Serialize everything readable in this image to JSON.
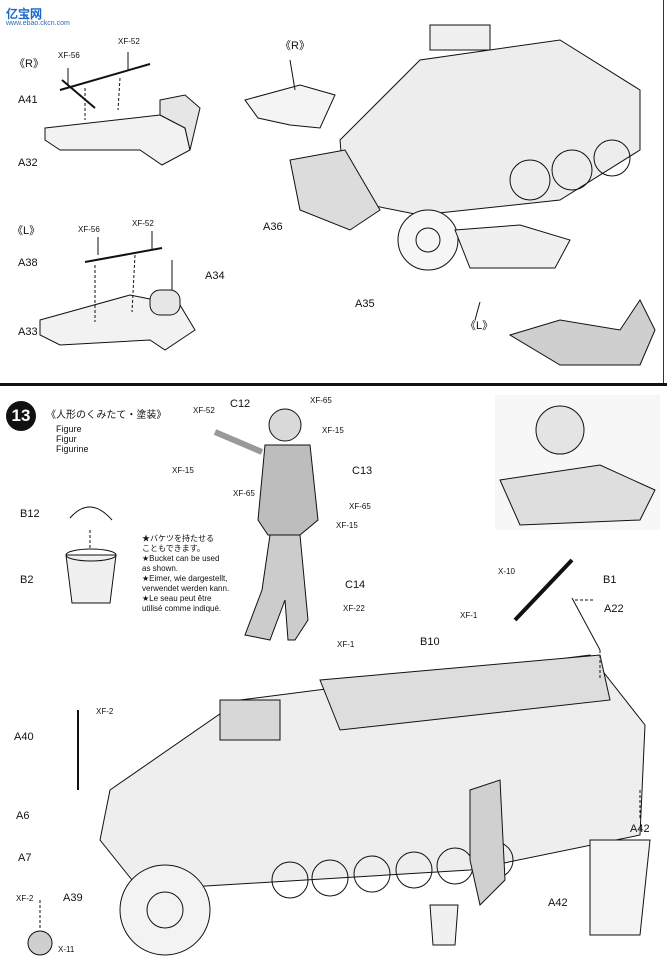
{
  "watermark": {
    "brand": "亿宝网",
    "url": "www.ebao.ckcn.com"
  },
  "upper": {
    "left_group_r": {
      "tag": "《R》",
      "labels": {
        "xf56": "XF-56",
        "xf52": "XF-52",
        "a41": "A41",
        "a32": "A32"
      }
    },
    "left_group_l": {
      "tag": "《L》",
      "labels": {
        "xf56": "XF-56",
        "xf52": "XF-52",
        "a38": "A38",
        "a34": "A34",
        "a33": "A33"
      }
    },
    "right_group": {
      "tag_r": "《R》",
      "tag_l": "《L》",
      "labels": {
        "a36": "A36",
        "a35": "A35"
      }
    }
  },
  "step13": {
    "number": "13",
    "title": "《人形のくみたて・塗装》",
    "figure_lines": "Figure\nFigur\nFigurine",
    "notes": "★バケツを持たせる\n  こともできます。\n★Bucket can be used\n  as shown.\n★Eimer, wie dargestellt,\n  verwendet werden kann.\n★Le seau peut être\n  utilisé comme indiqué.",
    "labels": {
      "c12": "C12",
      "xf52": "XF-52",
      "xf65a": "XF-65",
      "xf15a": "XF-15",
      "xf15b": "XF-15",
      "xf65b": "XF-65",
      "c13": "C13",
      "xf65c": "XF-65",
      "xf15c": "XF-15",
      "c14": "C14",
      "xf22": "XF-22",
      "xf1a": "XF-1",
      "b12": "B12",
      "b2": "B2",
      "x10": "X-10",
      "b1": "B1",
      "a22": "A22",
      "xf1b": "XF-1",
      "b10": "B10",
      "xf2a": "XF-2",
      "a40": "A40",
      "a6": "A6",
      "a7": "A7",
      "a39": "A39",
      "xf2b": "XF-2",
      "x11": "X-11",
      "a42a": "A42",
      "a42b": "A42"
    }
  }
}
